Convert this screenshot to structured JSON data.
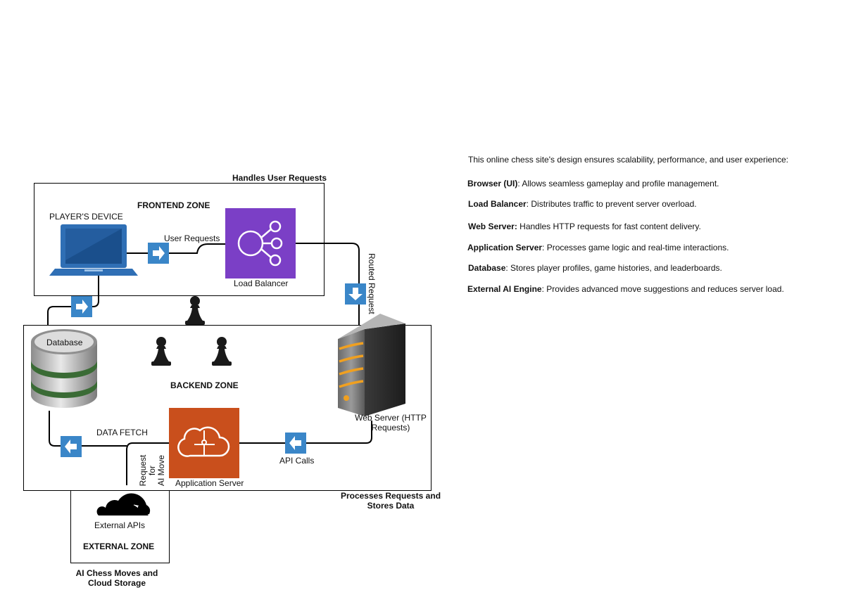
{
  "zones": {
    "frontend": {
      "label": "FRONTEND ZONE",
      "caption": "Handles User Requests"
    },
    "backend": {
      "label": "BACKEND ZONE",
      "caption_line1": "Processes Requests and",
      "caption_line2": "Stores Data"
    },
    "external": {
      "label": "EXTERNAL ZONE",
      "caption_line1": "AI Chess Moves and",
      "caption_line2": "Cloud Storage"
    }
  },
  "nodes": {
    "players_device": "PLAYER'S DEVICE",
    "load_balancer": "Load Balancer",
    "database": "Database",
    "web_server_line1": "Web Server (HTTP",
    "web_server_line2": "Requests)",
    "application_server": "Application Server",
    "external_apis": "External APIs"
  },
  "edges": {
    "user_requests": "User Requests",
    "routed_request": "Routed Request",
    "data_fetch": "DATA FETCH",
    "api_calls": "API Calls",
    "request_ai_line1": "Request for",
    "request_ai_line2": "AI Move"
  },
  "description": {
    "intro": "This online chess site's design ensures scalability, performance, and user experience:",
    "items": [
      {
        "term": "Browser (UI)",
        "text": ": Allows seamless gameplay and profile management."
      },
      {
        "term": "Load Balancer",
        "text": ": Distributes traffic to prevent server overload."
      },
      {
        "term": "Web Server:",
        "text": " Handles HTTP requests for fast content delivery."
      },
      {
        "term": "Application Server",
        "text": ": Processes game logic and real-time interactions."
      },
      {
        "term": "Database",
        "text": ": Stores player profiles, game histories, and leaderboards."
      },
      {
        "term": "External AI Engine",
        "text": ": Provides advanced move suggestions and reduces server load."
      }
    ]
  },
  "colors": {
    "load_balancer": "#7b3fc6",
    "application_server": "#c94f1c",
    "arrow_box": "#3a86c8",
    "laptop": "#2f6fb5",
    "database_band": "#3a6b35"
  },
  "icons": [
    "laptop-icon",
    "load-balancer-icon",
    "database-icon",
    "server-icon",
    "cloud-puzzle-icon",
    "cloud-icon",
    "chess-pawn-icon",
    "arrow-right-icon",
    "arrow-down-icon",
    "arrow-left-icon"
  ]
}
